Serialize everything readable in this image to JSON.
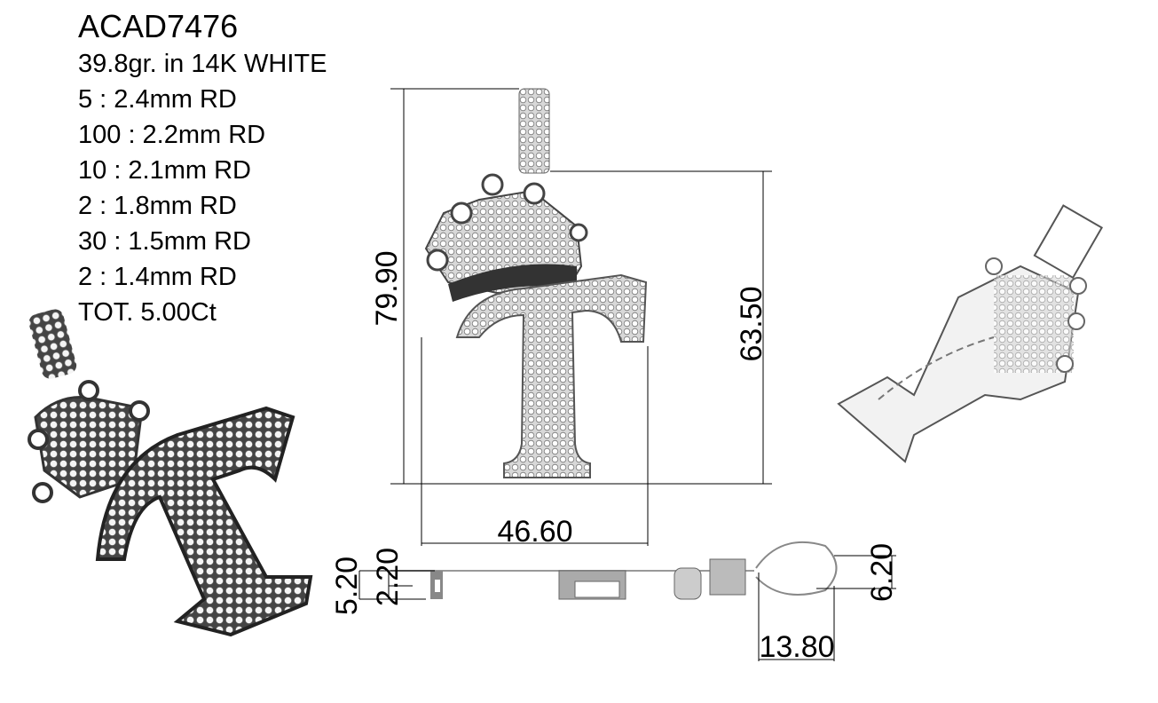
{
  "spec": {
    "model": "ACAD7476",
    "weight": "39.8gr. in 14K WHITE",
    "stones": [
      "5 : 2.4mm RD",
      "100 : 2.2mm RD",
      "10 : 2.1mm RD",
      "2 : 1.8mm RD",
      "30 : 1.5mm RD",
      "2 : 1.4mm RD"
    ],
    "total": "TOT. 5.00Ct"
  },
  "dimensions": {
    "overall_height": "79.90",
    "body_height": "63.50",
    "width": "46.60",
    "thickness": "5.20",
    "plate_thickness": "2.20",
    "bail_opening": "6.20",
    "bail_length": "13.80"
  }
}
